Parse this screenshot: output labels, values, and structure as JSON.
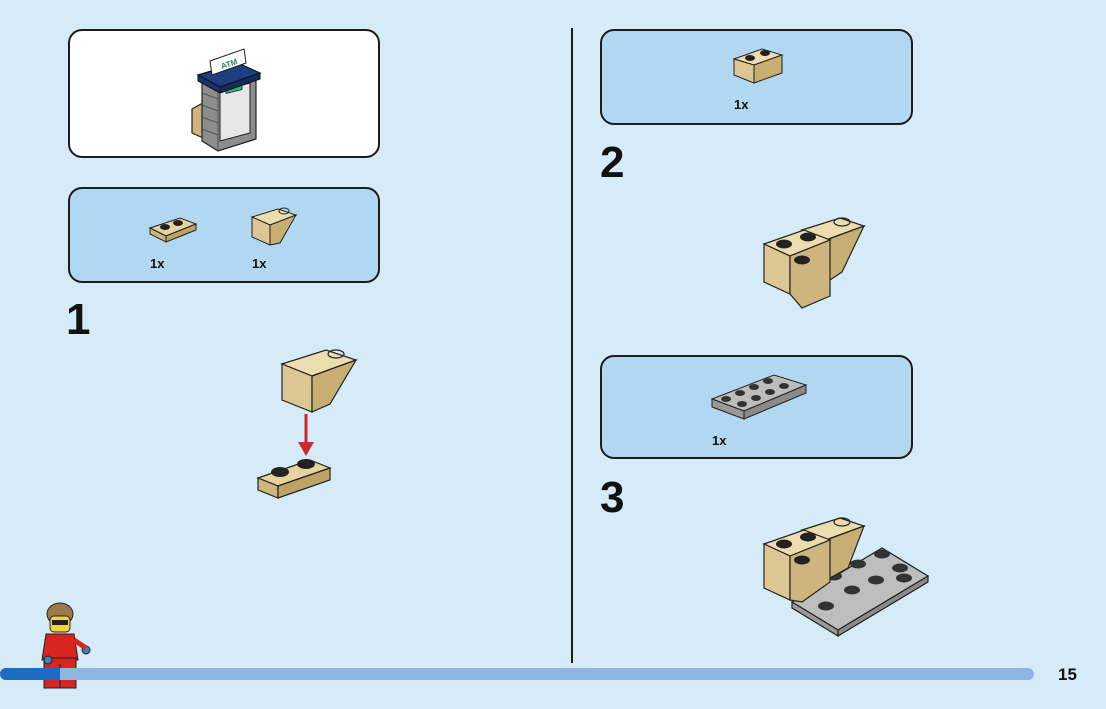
{
  "set_preview": {
    "sign_text": "ATM",
    "icon": "atm-kiosk-model-icon"
  },
  "parts_step1": {
    "items": [
      {
        "qty": "1x",
        "icon": "tan-plate-1x2-icon"
      },
      {
        "qty": "1x",
        "icon": "tan-slope-inverted-icon"
      }
    ]
  },
  "step1": {
    "number": "1",
    "icon": "attach-slope-to-plate-icon",
    "arrow_color": "#d0262f"
  },
  "parts_step2": {
    "items": [
      {
        "qty": "1x",
        "icon": "tan-brick-1x2-icon"
      }
    ]
  },
  "step2": {
    "number": "2",
    "icon": "brick-on-slope-assembly-icon"
  },
  "parts_step3": {
    "items": [
      {
        "qty": "1x",
        "icon": "grey-plate-2x4-icon"
      }
    ]
  },
  "step3": {
    "number": "3",
    "icon": "assembly-on-grey-plate-icon"
  },
  "footer": {
    "page_number": "15",
    "colors": {
      "track": "#8fb6e2",
      "fill": "#1d6cc4"
    },
    "minifigure_icon": "robber-minifigure-icon"
  },
  "colors": {
    "background": "#d6ebf8",
    "parts_box": "#b2d7f1",
    "tan": "#dcc794",
    "grey": "#a8a8a8"
  }
}
